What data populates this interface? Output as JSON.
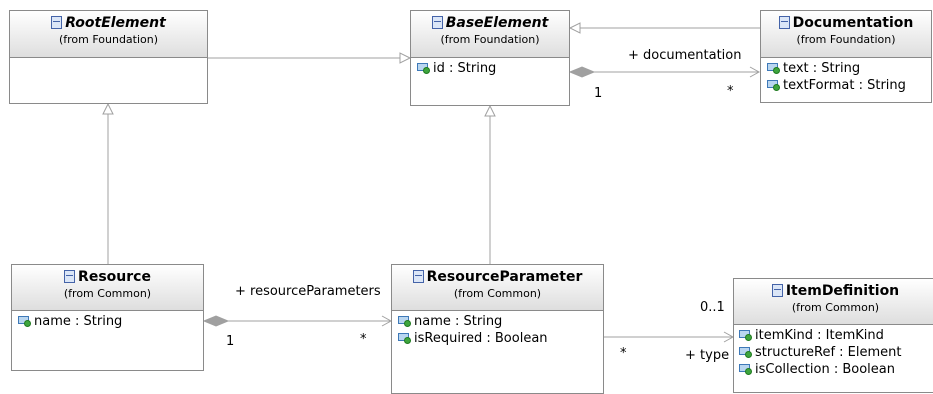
{
  "classes": {
    "root_element": {
      "name": "RootElement",
      "from": "(from Foundation)"
    },
    "base_element": {
      "name": "BaseElement",
      "from": "(from Foundation)",
      "attributes": [
        "id : String"
      ]
    },
    "documentation": {
      "name": "Documentation",
      "from": "(from Foundation)",
      "attributes": [
        "text : String",
        "textFormat : String"
      ]
    },
    "resource": {
      "name": "Resource",
      "from": "(from Common)",
      "attributes": [
        "name : String"
      ]
    },
    "resource_parameter": {
      "name": "ResourceParameter",
      "from": "(from Common)",
      "attributes": [
        "name : String",
        "isRequired : Boolean"
      ]
    },
    "item_definition": {
      "name": "ItemDefinition",
      "from": "(from Common)",
      "attributes": [
        "itemKind : ItemKind",
        "structureRef : Element",
        "isCollection : Boolean"
      ]
    }
  },
  "associations": {
    "documentation": {
      "role": "+ documentation",
      "source_multiplicity": "1",
      "target_multiplicity": "*"
    },
    "resource_parameters": {
      "role": "+ resourceParameters",
      "source_multiplicity": "1",
      "target_multiplicity": "*"
    },
    "type": {
      "role": "+ type",
      "source_multiplicity": "*",
      "target_multiplicity": "0..1"
    }
  },
  "colors": {
    "border": "#8a8a8a",
    "edge": "#a0a0a0",
    "diamond": "#a0a0a0",
    "attr_dot": "#3ea53e",
    "class_icon": "#4463a8"
  }
}
